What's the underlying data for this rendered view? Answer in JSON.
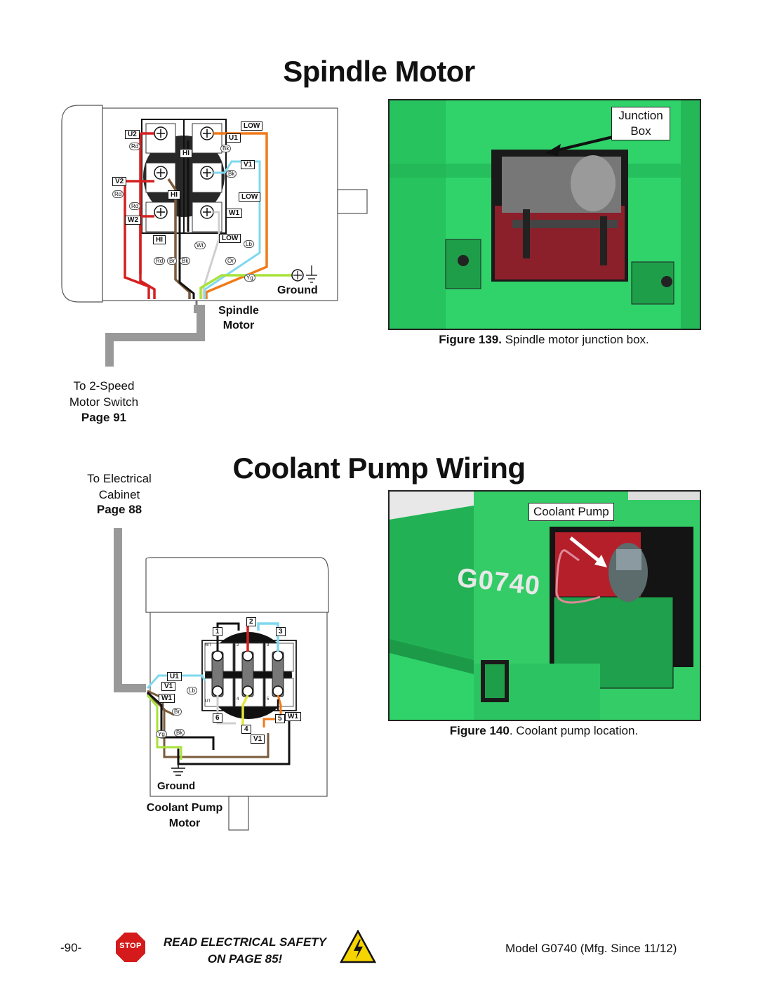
{
  "page": {
    "section1_title": "Spindle Motor",
    "section2_title": "Coolant Pump Wiring"
  },
  "spindle_diagram": {
    "terminal_labels": [
      "U2",
      "V2",
      "W2",
      "U1",
      "V1",
      "W1",
      "HI",
      "HI",
      "HI",
      "LOW",
      "LOW",
      "LOW"
    ],
    "wire_tags": [
      "Rd",
      "Rd",
      "Rd",
      "Rd",
      "Br",
      "Bk",
      "Bk",
      "Bk",
      "Wt",
      "Lb",
      "Or",
      "Yg"
    ],
    "ground_label": "Ground",
    "motor_label_1": "Spindle",
    "motor_label_2": "Motor",
    "to_switch_1": "To 2-Speed",
    "to_switch_2": "Motor Switch",
    "to_switch_page": "Page 91"
  },
  "figure139": {
    "callout_1": "Junction",
    "callout_2": "Box",
    "number": "Figure 139.",
    "caption": " Spindle motor junction box."
  },
  "coolant_diagram": {
    "to_cabinet_1": "To Electrical",
    "to_cabinet_2": "Cabinet",
    "to_cabinet_page": "Page 88",
    "terminal_numbers": [
      "1",
      "2",
      "3",
      "4",
      "5",
      "6"
    ],
    "labels": [
      "U1",
      "V1",
      "W1",
      "W1",
      "V1"
    ],
    "wire_tags": [
      "Lb",
      "Br",
      "Bk",
      "Yg"
    ],
    "small_tags": [
      "WT",
      "2",
      "3",
      "UT",
      "4",
      "5"
    ],
    "ground_label": "Ground",
    "motor_label_1": "Coolant Pump",
    "motor_label_2": "Motor"
  },
  "figure140": {
    "callout": "Coolant Pump",
    "machine_text": "G0740",
    "number": "Figure 140",
    "caption": ". Coolant pump location."
  },
  "footer": {
    "page_number": "-90-",
    "stop_text": "STOP",
    "warning_line1": "READ ELECTRICAL SAFETY",
    "warning_line2": "ON PAGE 85!",
    "model": "Model G0740 (Mfg. Since 11/12)"
  },
  "colors": {
    "machine_green": "#33cc66",
    "red_wire": "#d42020",
    "orange_wire": "#f07a1a",
    "light_blue_wire": "#7fd8ee",
    "yellow_green_wire": "#a8e23a",
    "brown_wire": "#7a5a3a"
  }
}
